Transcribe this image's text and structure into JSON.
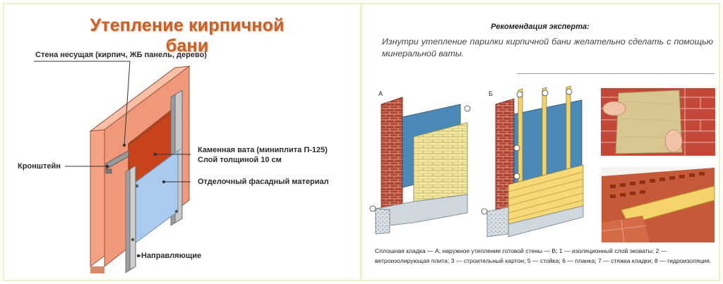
{
  "left_panel": {
    "title": "Утепление кирпичной бани",
    "labels": {
      "load_wall": "Стена несущая (кирпич, ЖБ панель, дерево)",
      "bracket": "Кронштейн",
      "stone_wool_line1": "Каменная вата (миниплита П-125)",
      "stone_wool_line2": "Слой толщиной 10 см",
      "facade": "Отделочный фасадный материал",
      "guides": "Направляющие"
    }
  },
  "right_panel": {
    "expert_heading": "Рекомендация эксперта:",
    "expert_text": "Изнутри утепление парилки кирпичной бани желательно сделать с помощью минеральной ваты.",
    "diagram_letters": {
      "a": "А",
      "b": "Б"
    },
    "caption": "Сплошная кладка — А; наружное утепление готовой стены — В; 1 — изоляционный слой эковаты; 2 — ветроизолирующая плита; 3 — строительный картон; 5 — стойка; 6 — планка; 7 — стяжка кладки; 8 — гидроизоляция."
  },
  "colors": {
    "title": "#c8622b",
    "wall": "#f4a184",
    "wool": "#c9431a",
    "facade": "#aacbee",
    "brick": "#b3422f",
    "blue_insulation": "#4a89b8",
    "yellow_brick": "#f2e6a0",
    "lath": "#f4d46a"
  }
}
